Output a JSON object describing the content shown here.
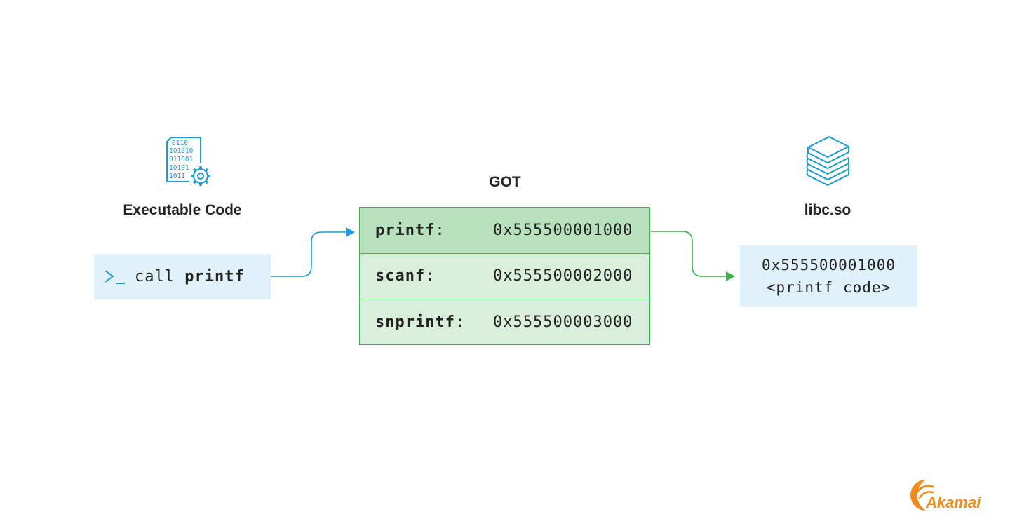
{
  "diagram": {
    "executable": {
      "label": "Executable Code",
      "icon": "binary-file-gear-icon",
      "instruction_op": "call",
      "instruction_arg": "printf",
      "binary_lines": [
        "0110",
        "101010",
        "011001",
        "10101",
        "1011"
      ]
    },
    "got": {
      "label": "GOT",
      "rows": [
        {
          "name": "printf",
          "sep": ":",
          "address": "0x555500001000",
          "highlighted": true
        },
        {
          "name": "scanf",
          "sep": ":",
          "address": "0x555500002000",
          "highlighted": false
        },
        {
          "name": "snprintf",
          "sep": ":",
          "address": "0x555500003000",
          "highlighted": false
        }
      ]
    },
    "libc": {
      "label": "libc.so",
      "icon": "books-stack-icon",
      "address": "0x555500001000",
      "code": "<printf code>"
    },
    "colors": {
      "blue_accent": "#1e9ad6",
      "green_accent": "#3fae4c",
      "light_blue_box": "#e1f1fa",
      "got_fill": "#d9efdb",
      "got_highlight": "#b8e2bd"
    }
  },
  "brand": {
    "logo_text": "Akamai",
    "color": "#f08c1e"
  }
}
